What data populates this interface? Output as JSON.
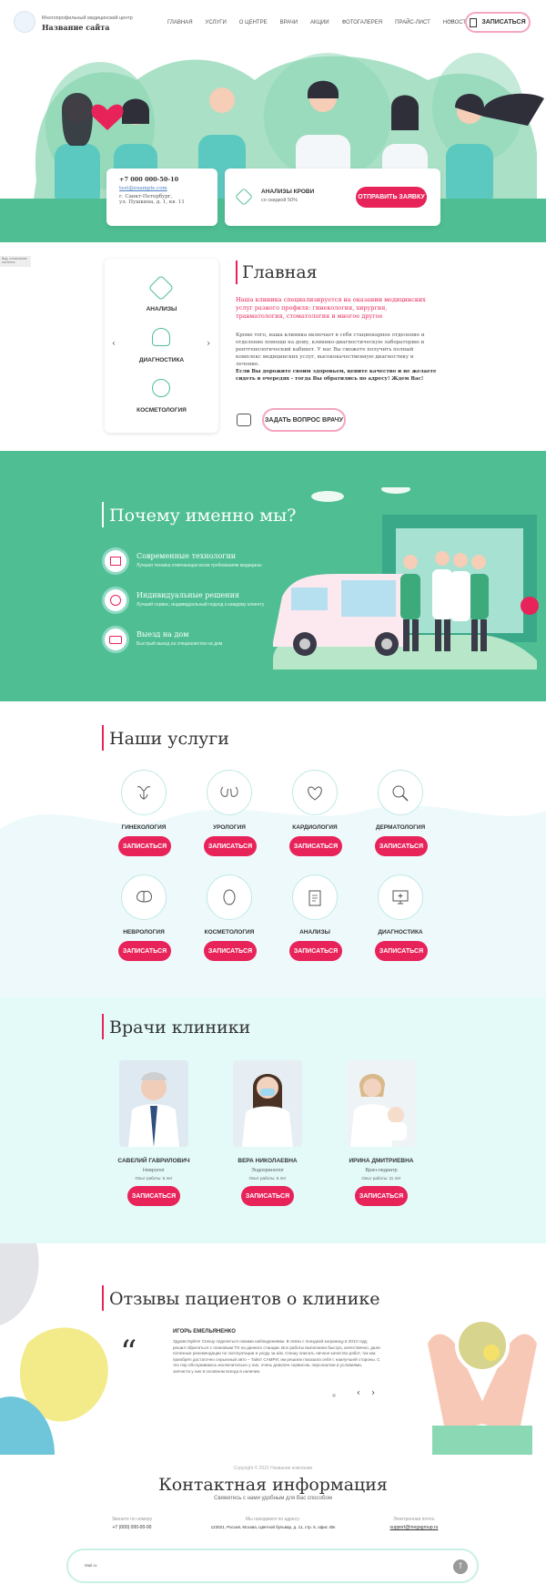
{
  "header": {
    "subtitle": "Многопрофильный медицинский центр",
    "title": "Название сайта",
    "nav": [
      "Главная",
      "Услуги",
      "О центре",
      "Врачи",
      "Акции",
      "Фотогалерея",
      "Прайс-лист",
      "Новости"
    ],
    "more": "···",
    "cta": "ЗАПИСАТЬСЯ"
  },
  "contact_card": {
    "phone": "+7 000 000-50-10",
    "email": "test@example.com",
    "city": "г. Санкт-Петербург,",
    "street": "ул. Пушкина, д. 1, кв. 11"
  },
  "promo_card": {
    "title": "АНАЛИЗЫ КРОВИ",
    "subtitle": "со скидкой 50%",
    "button": "ОТПРАВИТЬ ЗАЯВКУ"
  },
  "side_label": "Вид: отключение контента",
  "main": {
    "slider_items": [
      "АНАЛИЗЫ",
      "ДИАГНОСТИКА",
      "КОСМЕТОЛОГИЯ"
    ],
    "title": "Главная",
    "lead": "Наша клиника специализируется на оказании медицинских услуг разного профиля: гинекология, хирургия, травматология, стоматология и многое другое",
    "body": "Кроме того, наша клиника включает в себя стационарное отделение и отделение помощи на дому, клинико-диагностическую лабораторию и рентгенологический кабинет. У нас Вы сможете получить полный комплекс медицинских услуг, высококачественную диагностику и лечение.",
    "bold": "Если Вы дорожите своим здоровьем, цените качество и не желаете сидеть в очередях - тогда Вы обратились по адресу! Ждем Вас!",
    "ask_button": "ЗАДАТЬ ВОПРОС ВРАЧУ"
  },
  "why": {
    "title": "Почему именно мы?",
    "items": [
      {
        "title": "Современные технологии",
        "text": "Лучшая техника отвечающая всем требованиям медицины"
      },
      {
        "title": "Индивидуальные решения",
        "text": "Лучший сервис, индивидуальный подход к каждому клиенту"
      },
      {
        "title": "Выезд на дом",
        "text": "Быстрый выезд на специалистов на дом"
      }
    ]
  },
  "services": {
    "title": "Наши услуги",
    "button": "ЗАПИСАТЬСЯ",
    "items": [
      "ГИНЕКОЛОГИЯ",
      "УРОЛОГИЯ",
      "КАРДИОЛОГИЯ",
      "ДЕРМАТОЛОГИЯ",
      "НЕВРОЛОГИЯ",
      "КОСМЕТОЛОГИЯ",
      "АНАЛИЗЫ",
      "ДИАГНОСТИКА"
    ]
  },
  "doctors": {
    "title": "Врачи клиники",
    "button": "ЗАПИСАТЬСЯ",
    "items": [
      {
        "name": "САВЕЛИЙ ГАВРИЛОВИЧ",
        "role": "Невролог",
        "exp": "Опыт работы: 6 лет"
      },
      {
        "name": "ВЕРА НИКОЛАЕВНА",
        "role": "Эндокринолог",
        "exp": "Опыт работы: 6 лет"
      },
      {
        "name": "ИРИНА ДМИТРИЕВНА",
        "role": "Врач-педиатр",
        "exp": "Опыт работы: 11 лет"
      }
    ]
  },
  "reviews": {
    "title": "Отзывы пациентов о клинике",
    "author": "ИГОРЬ ЕМЕЛЬЯНЕНКО",
    "text": "Здравствуйте! Спешу поделиться своими наблюдениями. В связи с поездкой заграницу в 2013 году, решил обратиться с плановым ТО на данного станции. Все работы выполнили быстро, качественно, дали полезные рекомендации по эксплуатации и уходу за а/м. Спешу описать личное качество работ, так как приобрёл достаточно серьезный авто – Тайот САМРИ, им решили показала себя с наилучшей стороны. С тех пор обслуживаюсь исключительно у них, очень доволен сервисом, персоналом и условиями, запчасти у них в основном всегда в наличии."
  },
  "footer": {
    "copyright": "Copyright © 2021 Название компании",
    "title": "Контактная информация",
    "subtitle": "Свяжитесь с нами удобным для Вас способом",
    "cols": [
      {
        "label": "Звоните по номеру",
        "value": "+7 (000) 000-00-00"
      },
      {
        "label": "Мы находимся по адресу:",
        "value": "123021, Россия, Москва, Цветной бульвар, д. 11, стр. 6, офис 40к"
      },
      {
        "label": "Электронная почта:",
        "value": "support@megagroup.ru"
      }
    ],
    "made": "Mail.ru"
  },
  "colors": {
    "brand": "#e8235a",
    "green": "#4fbf93",
    "mint": "#e3faf9"
  }
}
